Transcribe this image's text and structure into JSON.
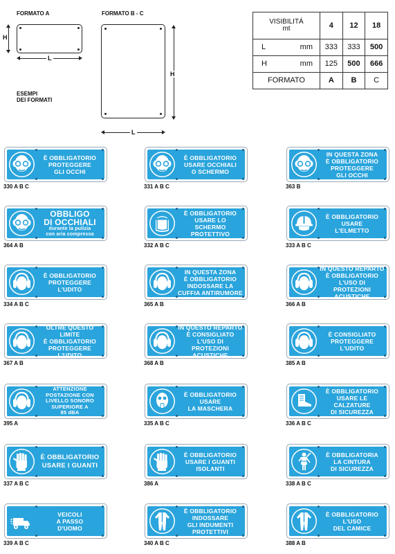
{
  "diagram": {
    "formato_a": "FORMATO A",
    "formato_bc": "FORMATO B - C",
    "h": "H",
    "l": "L",
    "esempi_line1": "ESEMPI",
    "esempi_line2": "DEI FORMATI"
  },
  "table": {
    "header_line1": "VISIBILITÁ",
    "header_line2": "mt",
    "cols": [
      "4",
      "12",
      "18"
    ],
    "row_l": {
      "label": "L",
      "unit": "mm",
      "values": [
        "333",
        "333",
        "500"
      ]
    },
    "row_h": {
      "label": "H",
      "unit": "mm",
      "values": [
        "125",
        "500",
        "666"
      ]
    },
    "row_formato": {
      "label": "FORMATO",
      "values": [
        "A",
        "B",
        "C"
      ]
    }
  },
  "signs": [
    {
      "code": "330 A B C",
      "icon": "goggles-icon",
      "lines": [
        "È OBBLIGATORIO",
        "PROTEGGERE",
        "GLI OCCHI"
      ]
    },
    {
      "code": "331 A B C",
      "icon": "goggles-icon",
      "lines": [
        "È OBBLIGATORIO",
        "USARE OCCHIALI",
        "O SCHERMO"
      ]
    },
    {
      "code": "363 B",
      "icon": "goggles-icon",
      "lines": [
        "IN QUESTA ZONA",
        "È OBBLIGATORIO",
        "PROTEGGERE",
        "GLI OCCHI"
      ]
    },
    {
      "code": "364 A B",
      "icon": "goggles-icon",
      "big1": "OBBLIGO",
      "big2": "DI OCCHIALI",
      "small1": "durante la pulizia",
      "small2": "con aria compressa"
    },
    {
      "code": "332 A B C",
      "icon": "face-shield-icon",
      "lines": [
        "È OBBLIGATORIO",
        "USARE LO",
        "SCHERMO",
        "PROTETTIVO"
      ]
    },
    {
      "code": "333 A B C",
      "icon": "helmet-icon",
      "lines": [
        "È OBBLIGATORIO",
        "USARE",
        "L'ELMETTO"
      ]
    },
    {
      "code": "334 A B C",
      "icon": "ear-protection-icon",
      "lines": [
        "È OBBLIGATORIO",
        "PROTEGGERE",
        "L'UDITO"
      ]
    },
    {
      "code": "365 A B",
      "icon": "ear-protection-icon",
      "lines": [
        "IN QUESTA ZONA",
        "È OBBLIGATORIO",
        "INDOSSARE LA",
        "CUFFIA ANTIRUMORE"
      ]
    },
    {
      "code": "366 A B",
      "icon": "ear-protection-icon",
      "lines": [
        "IN QUESTO REPARTO",
        "È OBBLIGATORIO",
        "L'USO DI PROTEZIONI",
        "ACUSTICHE"
      ]
    },
    {
      "code": "367 A B",
      "icon": "ear-protection-icon",
      "lines": [
        "OLTRE QUESTO LIMITE",
        "È OBBLIGATORIO",
        "PROTEGGERE L'UDITO"
      ]
    },
    {
      "code": "368 A B",
      "icon": "ear-protection-icon",
      "lines": [
        "IN QUESTO REPARTO",
        "È CONSIGLIATO",
        "L'USO DI PROTEZIONI",
        "ACUSTICHE"
      ]
    },
    {
      "code": "385 A B",
      "icon": "ear-protection-icon",
      "lines": [
        "È CONSIGLIATO",
        "PROTEGGERE",
        "L'UDITO"
      ]
    },
    {
      "code": "395 A",
      "icon": "ear-protection-icon",
      "lines": [
        "ATTENZIONE",
        "POSTAZIONE CON",
        "LIVELLO SONORO",
        "SUPERIORE A",
        "85 dBA"
      ]
    },
    {
      "code": "335 A B C",
      "icon": "gas-mask-icon",
      "lines": [
        "È OBBLIGATORIO",
        "USARE",
        "LA MASCHERA"
      ]
    },
    {
      "code": "336 A B C",
      "icon": "safety-boot-icon",
      "lines": [
        "È OBBLIGATORIO",
        "USARE LE",
        "CALZATURE",
        "DI SICUREZZA"
      ]
    },
    {
      "code": "337 A B C",
      "icon": "glove-icon",
      "lines": [
        "È OBBLIGATORIO",
        "USARE I GUANTI"
      ]
    },
    {
      "code": "386 A",
      "icon": "glove-icon",
      "lines": [
        "È OBBLIGATORIO",
        "USARE I GUANTI",
        "ISOLANTI"
      ]
    },
    {
      "code": "338 A B C",
      "icon": "safety-harness-icon",
      "lines": [
        "È OBBLIGATORIA",
        "LA CINTURA",
        "DI SICUREZZA"
      ]
    },
    {
      "code": "339 A B C",
      "icon": "forklift-truck-icon",
      "lines": [
        "VEICOLI",
        "A PASSO",
        "D'UOMO"
      ]
    },
    {
      "code": "340 A B C",
      "icon": "protective-suit-icon",
      "lines": [
        "È OBBLIGATORIO",
        "INDOSSARE",
        "GLI INDUMENTI",
        "PROTETTIVI"
      ]
    },
    {
      "code": "388 A B",
      "icon": "protective-suit-icon",
      "lines": [
        "È OBBLIGATORIO",
        "L'USO",
        "DEL CAMICE"
      ]
    }
  ],
  "colors": {
    "sign_blue": "#2aa4dc",
    "sign_white": "#ffffff"
  }
}
